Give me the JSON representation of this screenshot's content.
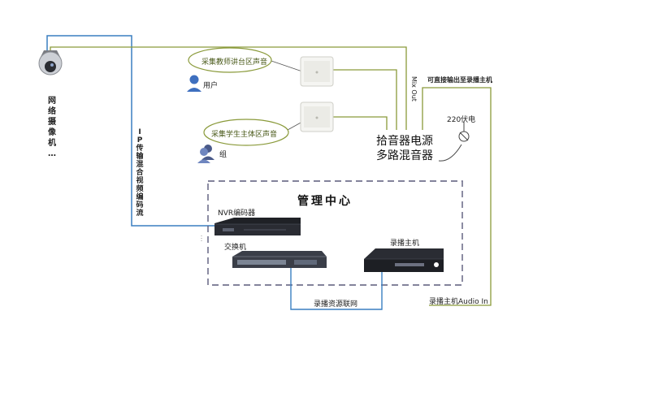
{
  "camera": {
    "label_chars": [
      "网",
      "络",
      "摄",
      "像",
      "机",
      "…"
    ]
  },
  "ip_stream": {
    "label_chars": [
      "I",
      "P",
      "传",
      "输",
      "混",
      "合",
      "视",
      "频",
      "编",
      "码",
      "流"
    ]
  },
  "ovals": {
    "teacher": "采集教师讲台区声音",
    "student": "采集学生主体区声音"
  },
  "users": {
    "user1": "用户",
    "user2": "组"
  },
  "mixer": {
    "line1": "拾音器电源",
    "line2": "多路混音器",
    "mix_out": "Mix Out",
    "direct_out": "可直接输出至录播主机",
    "power": "220伏电"
  },
  "center": {
    "title": "管理中心",
    "nvr": "NVR编码器",
    "switch": "交换机",
    "recorder": "录播主机",
    "network": "录播资源联网",
    "audio_in": "录播主机Audio In"
  },
  "colors": {
    "ip_line": "#3a7fc1",
    "audio_line": "#8a9a3a",
    "box_border": "#5a5a7a"
  }
}
